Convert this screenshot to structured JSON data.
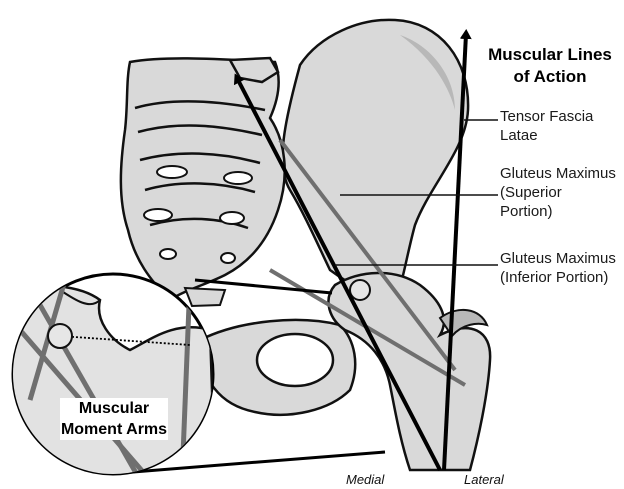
{
  "title": "Muscular Lines of Action",
  "labels": {
    "tensor": "Tensor Fascia Latae",
    "glut_sup": "Gluteus Maximus (Superior Portion)",
    "glut_inf": "Gluteus Maximus (Inferior Portion)"
  },
  "inset_label": "Muscular Moment Arms",
  "directions": {
    "medial": "Medial",
    "lateral": "Lateral"
  },
  "colors": {
    "bone_fill": "#d9d9d9",
    "bone_shade": "#b8b8b8",
    "outline": "#111111",
    "muscle_line": "#6f6f6f"
  }
}
